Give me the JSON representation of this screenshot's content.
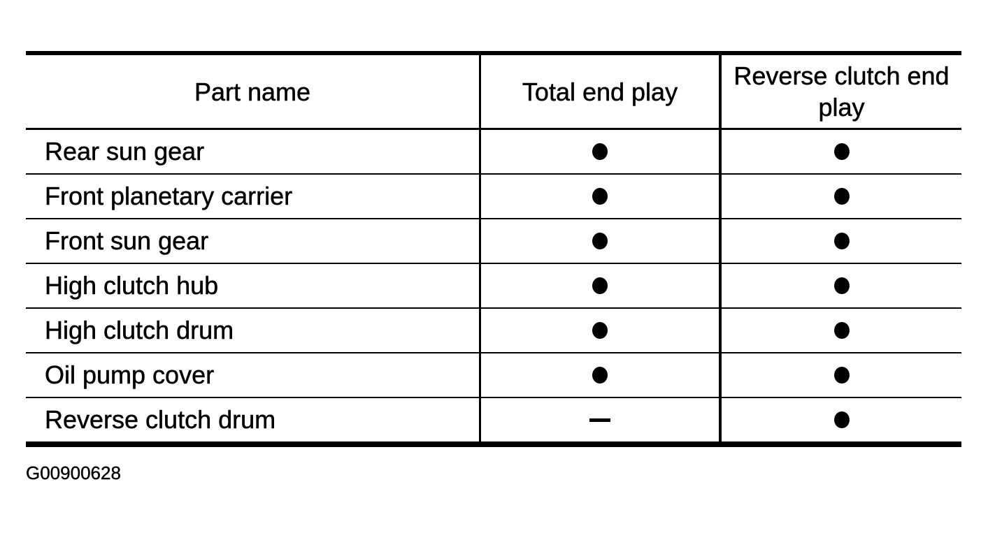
{
  "page": {
    "paper_color": "#ffffff",
    "ink_color": "#000000"
  },
  "figure_id": "G00900628",
  "table": {
    "headers": [
      {
        "key": "part",
        "label": "Part name"
      },
      {
        "key": "total_end_play",
        "label": "Total end play"
      },
      {
        "key": "reverse_clutch_end_play",
        "label": "Reverse clutch end play"
      }
    ],
    "symbols": {
      "dot": "●",
      "dash": "—"
    },
    "rows": [
      {
        "part": "Rear sun gear",
        "total_end_play": "dot",
        "reverse_clutch_end_play": "dot"
      },
      {
        "part": "Front planetary carrier",
        "total_end_play": "dot",
        "reverse_clutch_end_play": "dot"
      },
      {
        "part": "Front sun gear",
        "total_end_play": "dot",
        "reverse_clutch_end_play": "dot"
      },
      {
        "part": "High clutch hub",
        "total_end_play": "dot",
        "reverse_clutch_end_play": "dot"
      },
      {
        "part": "High clutch drum",
        "total_end_play": "dot",
        "reverse_clutch_end_play": "dot"
      },
      {
        "part": "Oil pump cover",
        "total_end_play": "dot",
        "reverse_clutch_end_play": "dot"
      },
      {
        "part": "Reverse clutch drum",
        "total_end_play": "dash",
        "reverse_clutch_end_play": "dot"
      }
    ]
  }
}
